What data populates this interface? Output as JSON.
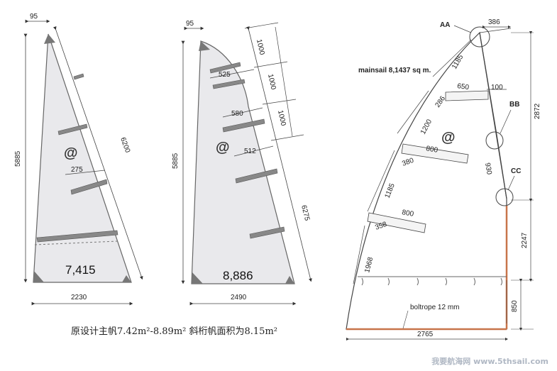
{
  "sail1": {
    "top": "95",
    "luff": "5885",
    "leech": "6200",
    "foot": "2230",
    "batten": "275",
    "area": "7,415",
    "symbol": "@"
  },
  "sail2": {
    "top": "95",
    "luff": "5885",
    "leech": "6275",
    "foot": "2490",
    "seg1": "1000",
    "seg2": "1000",
    "seg3": "1000",
    "w1": "525",
    "w2": "580",
    "w3": "512",
    "area": "8,886",
    "symbol": "@"
  },
  "sail3": {
    "title": "mainsail  8,1437 sq m.",
    "aa": "AA",
    "bb": "BB",
    "cc": "CC",
    "d386": "386",
    "d100": "100",
    "d650": "650",
    "d1185a": "1185",
    "d286": "286",
    "d1200": "1200",
    "d800a": "800",
    "d380": "380",
    "d1185b": "1185",
    "d800b": "800",
    "d358": "358",
    "d1968": "1968",
    "d930": "930",
    "d2872": "2872",
    "d2247": "2247",
    "d850": "850",
    "d2765": "2765",
    "boltrope": "boltrope 12 mm",
    "symbol": "@"
  },
  "caption": "原设计主帆7.42m²-8.89m²  斜桁帆面积为8.15m²",
  "watermark": "我要航海网 www.5thsail.com"
}
